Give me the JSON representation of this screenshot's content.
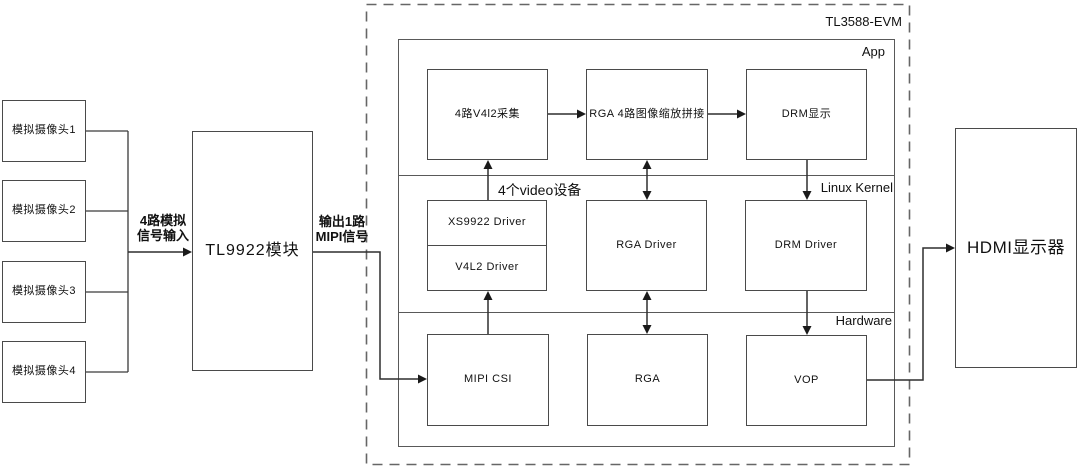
{
  "colors": {
    "background": "#ffffff",
    "box_border": "#4a4a4a",
    "container_border": "#595959",
    "dashed_border": "#666666",
    "connector_line": "#2f2f2f",
    "text": "#111111"
  },
  "cameras": [
    {
      "label": "模拟摄像头1"
    },
    {
      "label": "模拟摄像头2"
    },
    {
      "label": "模拟摄像头3"
    },
    {
      "label": "模拟摄像头4"
    }
  ],
  "tl9922": {
    "label": "TL9922模块"
  },
  "links": {
    "analog_input_line1": "4路模拟",
    "analog_input_line2": "信号输入",
    "mipi_output_line1": "输出1路",
    "mipi_output_line2": "MIPI信号",
    "video_devices": "4个video设备"
  },
  "evm": {
    "title": "TL3588-EVM",
    "layers": {
      "app": "App",
      "kernel": "Linux Kernel",
      "hardware": "Hardware"
    },
    "nodes": {
      "v4l2_capture": "4路V4l2采集",
      "rga_stitch": "RGA 4路图像缩放拼接",
      "drm_display": "DRM显示",
      "xs9922_driver": "XS9922 Driver",
      "v4l2_driver": "V4L2 Driver",
      "rga_driver": "RGA Driver",
      "drm_driver": "DRM Driver",
      "mipi_csi": "MIPI CSI",
      "rga": "RGA",
      "vop": "VOP"
    }
  },
  "hdmi": {
    "label": "HDMI显示器"
  }
}
